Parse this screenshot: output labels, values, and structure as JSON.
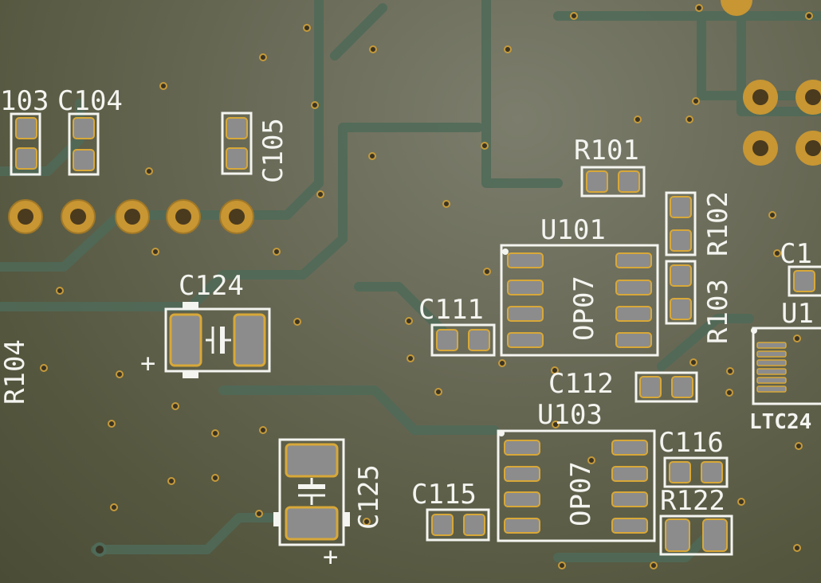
{
  "colors": {
    "soldermask": "#6a6b58",
    "silkscreen": "#f4f4f0",
    "copper_pad": "#8c8c8c",
    "pad_ring": "#d8a838",
    "trace": "#4f6a58"
  },
  "designators": {
    "r103_partial": "103",
    "c104": "C104",
    "c105": "C105",
    "r104": "R104",
    "c124": "C124",
    "c125": "C125",
    "c111": "C111",
    "u101": "U101",
    "u101_part": "OP07",
    "r101": "R101",
    "r102": "R102",
    "r103": "R103",
    "c112": "C112",
    "u103": "U103",
    "u103_part": "OP07",
    "c115": "C115",
    "c116": "C116",
    "r122": "R122",
    "c1_partial": "C1",
    "u1_partial": "U1",
    "ltc_partial": "LTC24"
  },
  "polarity_marks": {
    "c124_plus": "+",
    "c125_plus": "+"
  }
}
